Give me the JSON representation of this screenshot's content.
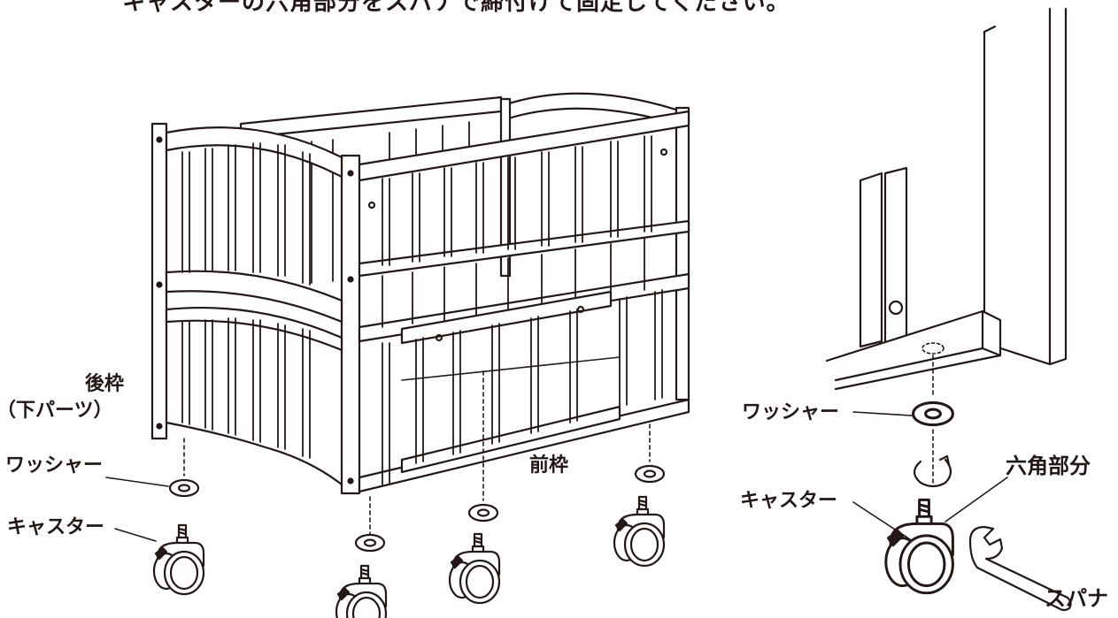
{
  "instruction": "キャスターの六角部分をスパナで締付けて固定してください。",
  "labels": {
    "rear_frame": "後枠",
    "rear_frame_sub": "（下パーツ）",
    "washer_left": "ワッシャー",
    "caster_left": "キャスター",
    "front_frame": "前枠",
    "washer_right": "ワッシャー",
    "hex_part": "六角部分",
    "caster_right": "キャスター",
    "spanner": "スパナ"
  },
  "colors": {
    "line": "#231815",
    "background": "#ffffff"
  },
  "icons": [
    "crib-illustration",
    "caster-icon",
    "washer-icon",
    "spanner-icon",
    "rotate-arrow-icon"
  ]
}
